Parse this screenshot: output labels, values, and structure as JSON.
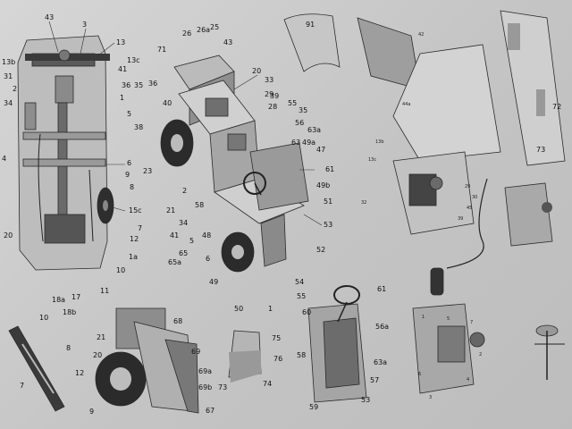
{
  "labels": {
    "top_view": [
      "43",
      "3",
      "13",
      "26",
      "25",
      "13b",
      "31",
      "2",
      "34",
      "41",
      "13c",
      "36",
      "35",
      "1",
      "38",
      "5",
      "4",
      "6",
      "9",
      "8",
      "15c",
      "7",
      "12",
      "1a",
      "10",
      "11",
      "17",
      "18a",
      "18b",
      "20"
    ],
    "perspective": [
      "71",
      "26",
      "26a",
      "25",
      "43",
      "36",
      "40",
      "29",
      "20",
      "33",
      "39",
      "28",
      "55",
      "35",
      "56",
      "63a",
      "49a",
      "63",
      "47",
      "61",
      "49b",
      "51",
      "53",
      "52",
      "54",
      "23",
      "2",
      "21",
      "34",
      "58",
      "48",
      "5",
      "41",
      "65",
      "65a",
      "49",
      "50",
      "6",
      "1"
    ],
    "part_91": "91",
    "small_parts": [
      "72",
      "73",
      "13b",
      "13c",
      "42",
      "44a",
      "29",
      "30",
      "45",
      "39",
      "32"
    ],
    "windshield": [
      "10",
      "8",
      "12",
      "7",
      "9"
    ],
    "trailer": [
      "20",
      "21",
      "68",
      "69",
      "69a",
      "69b",
      "67"
    ],
    "box_part": [
      "75",
      "76",
      "74",
      "73"
    ],
    "cabin": [
      "61",
      "56a",
      "55",
      "63a",
      "57",
      "53",
      "58",
      "59",
      "60"
    ],
    "engine": [
      "1",
      "2",
      "3",
      "4",
      "5",
      "6",
      "7"
    ]
  }
}
